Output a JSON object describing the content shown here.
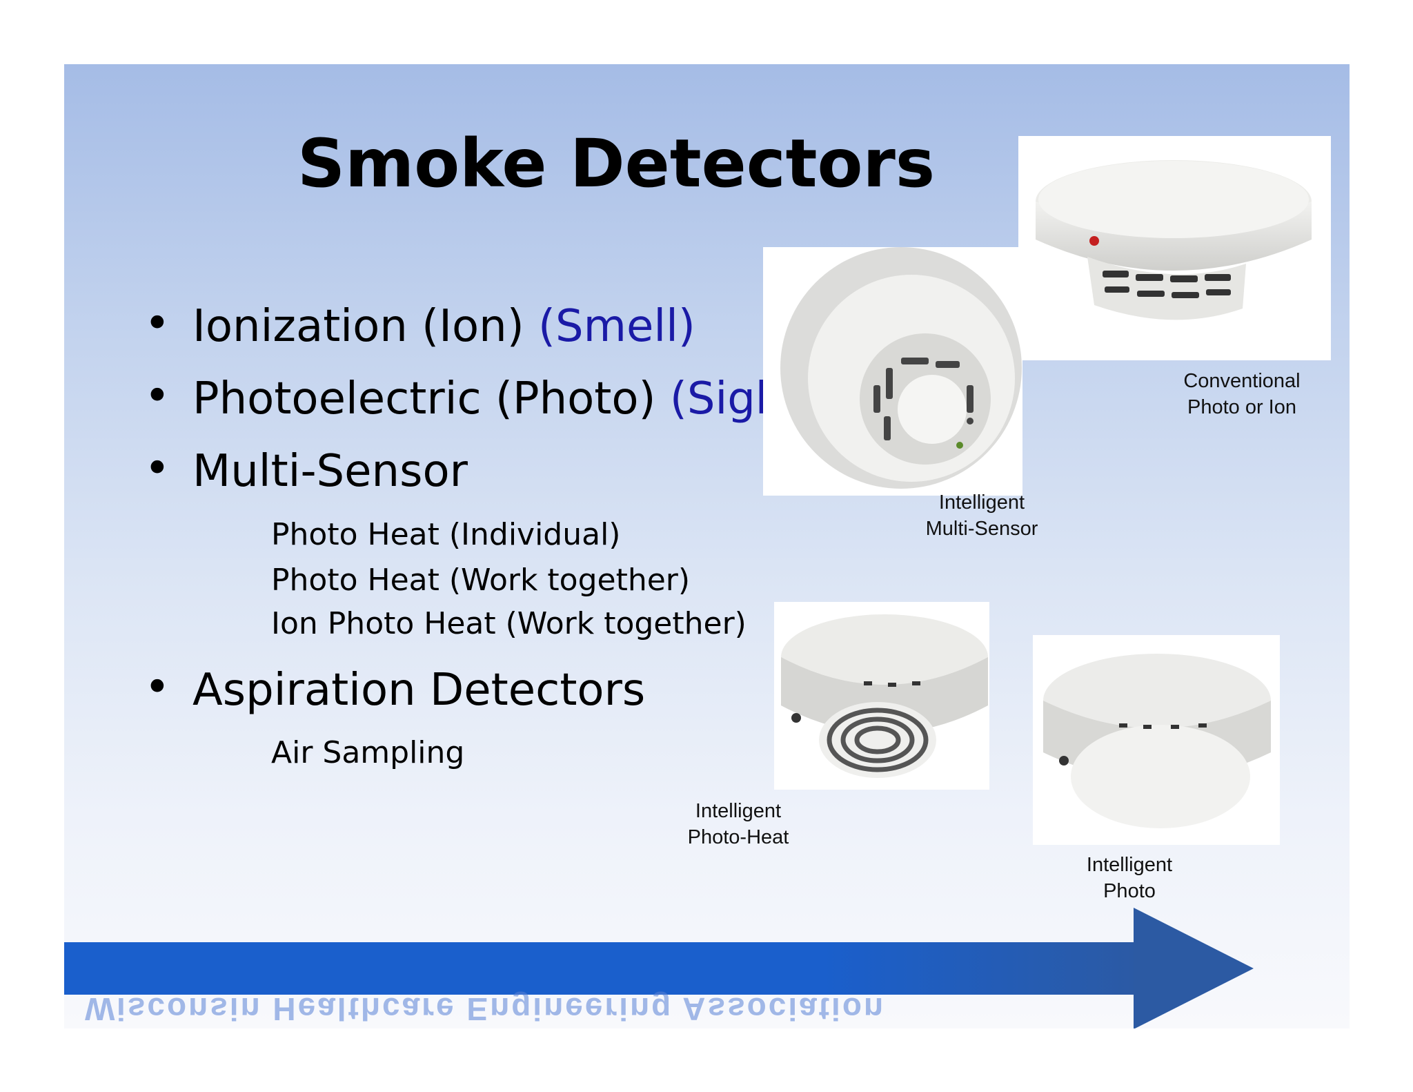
{
  "slide": {
    "title": "Smoke Detectors",
    "bullets": [
      {
        "text": "Ionization (Ion) ",
        "accent": "(Smell)"
      },
      {
        "text": "Photoelectric (Photo) ",
        "accent": "(Sight)"
      },
      {
        "text": "Multi-Sensor",
        "accent": ""
      },
      {
        "text": "Aspiration Detectors",
        "accent": ""
      }
    ],
    "sub_items": [
      "Photo Heat (Individual)",
      "Photo Heat (Work together)",
      "Ion Photo Heat (Work together)",
      "Air Sampling"
    ],
    "captions": {
      "conventional": [
        "Conventional",
        "Photo or Ion"
      ],
      "multi_sensor": [
        "Intelligent",
        "Multi-Sensor"
      ],
      "photo_heat": [
        "Intelligent",
        "Photo-Heat"
      ],
      "photo": [
        "Intelligent",
        "Photo"
      ]
    },
    "footer_watermark": "Wisconsin Healthcare Engineering Association"
  },
  "colors": {
    "accent_blue": "#1a1aa6",
    "arrow_blue": "#1a5fcc"
  }
}
